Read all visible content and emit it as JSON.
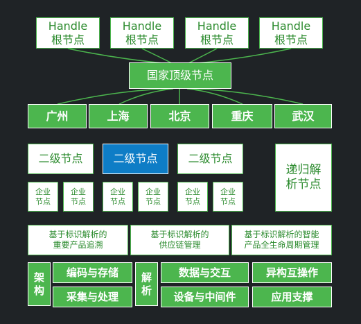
{
  "handle_nodes": [
    {
      "line1": "Handle",
      "line2": "根节点"
    },
    {
      "line1": "Handle",
      "line2": "根节点"
    },
    {
      "line1": "Handle",
      "line2": "根节点"
    },
    {
      "line1": "Handle",
      "line2": "根节点"
    }
  ],
  "national_node": "国家顶级节点",
  "cities": [
    "广州",
    "上海",
    "北京",
    "重庆",
    "武汉"
  ],
  "secondary_nodes": [
    "二级节点",
    "二级节点",
    "二级节点"
  ],
  "recursive_node": {
    "line1": "递归解",
    "line2": "析节点"
  },
  "enterprise_nodes": [
    {
      "line1": "企业",
      "line2": "节点"
    },
    {
      "line1": "企业",
      "line2": "节点"
    },
    {
      "line1": "企业",
      "line2": "节点"
    },
    {
      "line1": "企业",
      "line2": "节点"
    },
    {
      "line1": "企业",
      "line2": "节点"
    },
    {
      "line1": "企业",
      "line2": "节点"
    }
  ],
  "applications": [
    {
      "line1": "基于标识解析的",
      "line2": "重要产品追溯"
    },
    {
      "line1": "基于标识解析的",
      "line2": "供应链管理"
    },
    {
      "line1": "基于标识解析的智能",
      "line2": "产品全生命周期管理"
    }
  ],
  "architecture": {
    "label_1": "架",
    "label_2": "构",
    "items": [
      "编码与存储",
      "采集与处理"
    ]
  },
  "resolution": {
    "label_1": "解",
    "label_2": "析",
    "items": [
      "数据与交互",
      "设备与中间件"
    ]
  },
  "others": [
    "异构互操作",
    "应用支撑"
  ],
  "colors": {
    "background": "#1f2326",
    "green": "#4cb64e",
    "blue": "#0e7dc6",
    "white": "#ffffff"
  }
}
